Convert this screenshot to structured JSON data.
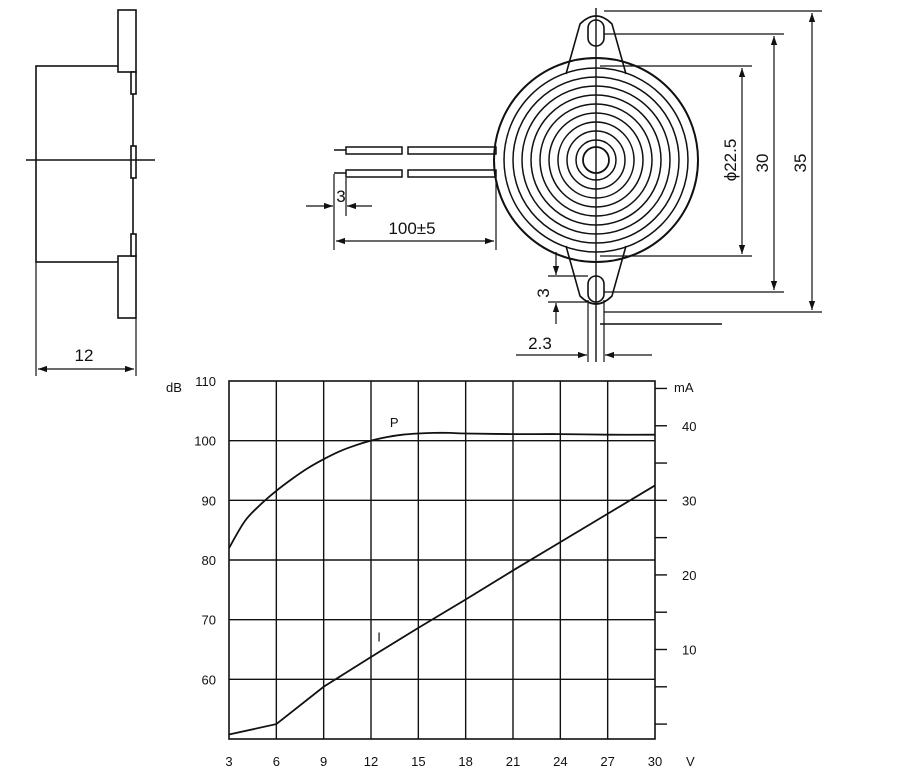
{
  "drawing": {
    "side_view": {
      "width_dim": "12"
    },
    "front_view": {
      "lead_strip_dim": "3",
      "lead_length_dim": "100±5",
      "body_diameter_dim": "ϕ22.5",
      "hole_spacing_dim": "30",
      "overall_length_dim": "35",
      "hole_height_dim": "3",
      "hole_width_dim": "2.3"
    }
  },
  "chart_data": {
    "type": "line",
    "title": "",
    "xlabel": "V",
    "ylabel": "dB",
    "y2label": "mA",
    "x_ticks": [
      3,
      6,
      9,
      12,
      15,
      18,
      21,
      24,
      27,
      30
    ],
    "y_ticks": [
      60,
      70,
      80,
      90,
      100,
      110
    ],
    "y2_ticks": [
      10,
      20,
      30,
      40
    ],
    "xlim": [
      3,
      30
    ],
    "ylim": [
      50,
      110
    ],
    "y2lim": [
      -2,
      46
    ],
    "grid": true,
    "series": [
      {
        "name": "P",
        "axis": "left",
        "x": [
          3,
          4,
          5,
          6,
          7,
          8,
          9,
          10,
          11,
          12,
          13,
          14,
          15,
          16,
          17,
          18,
          21,
          24,
          27,
          30
        ],
        "y": [
          82,
          86.5,
          89.3,
          91.6,
          93.6,
          95.4,
          96.9,
          98.2,
          99.2,
          100,
          100.6,
          101,
          101.2,
          101.3,
          101.3,
          101.2,
          101.1,
          101.1,
          101,
          101
        ]
      },
      {
        "name": "I",
        "axis": "right",
        "x": [
          3,
          6,
          9,
          12,
          15,
          18,
          21,
          24,
          27,
          30
        ],
        "y": [
          -1.4,
          0,
          5,
          9,
          12.9,
          16.7,
          20.6,
          24.4,
          28.2,
          32
        ]
      }
    ]
  }
}
